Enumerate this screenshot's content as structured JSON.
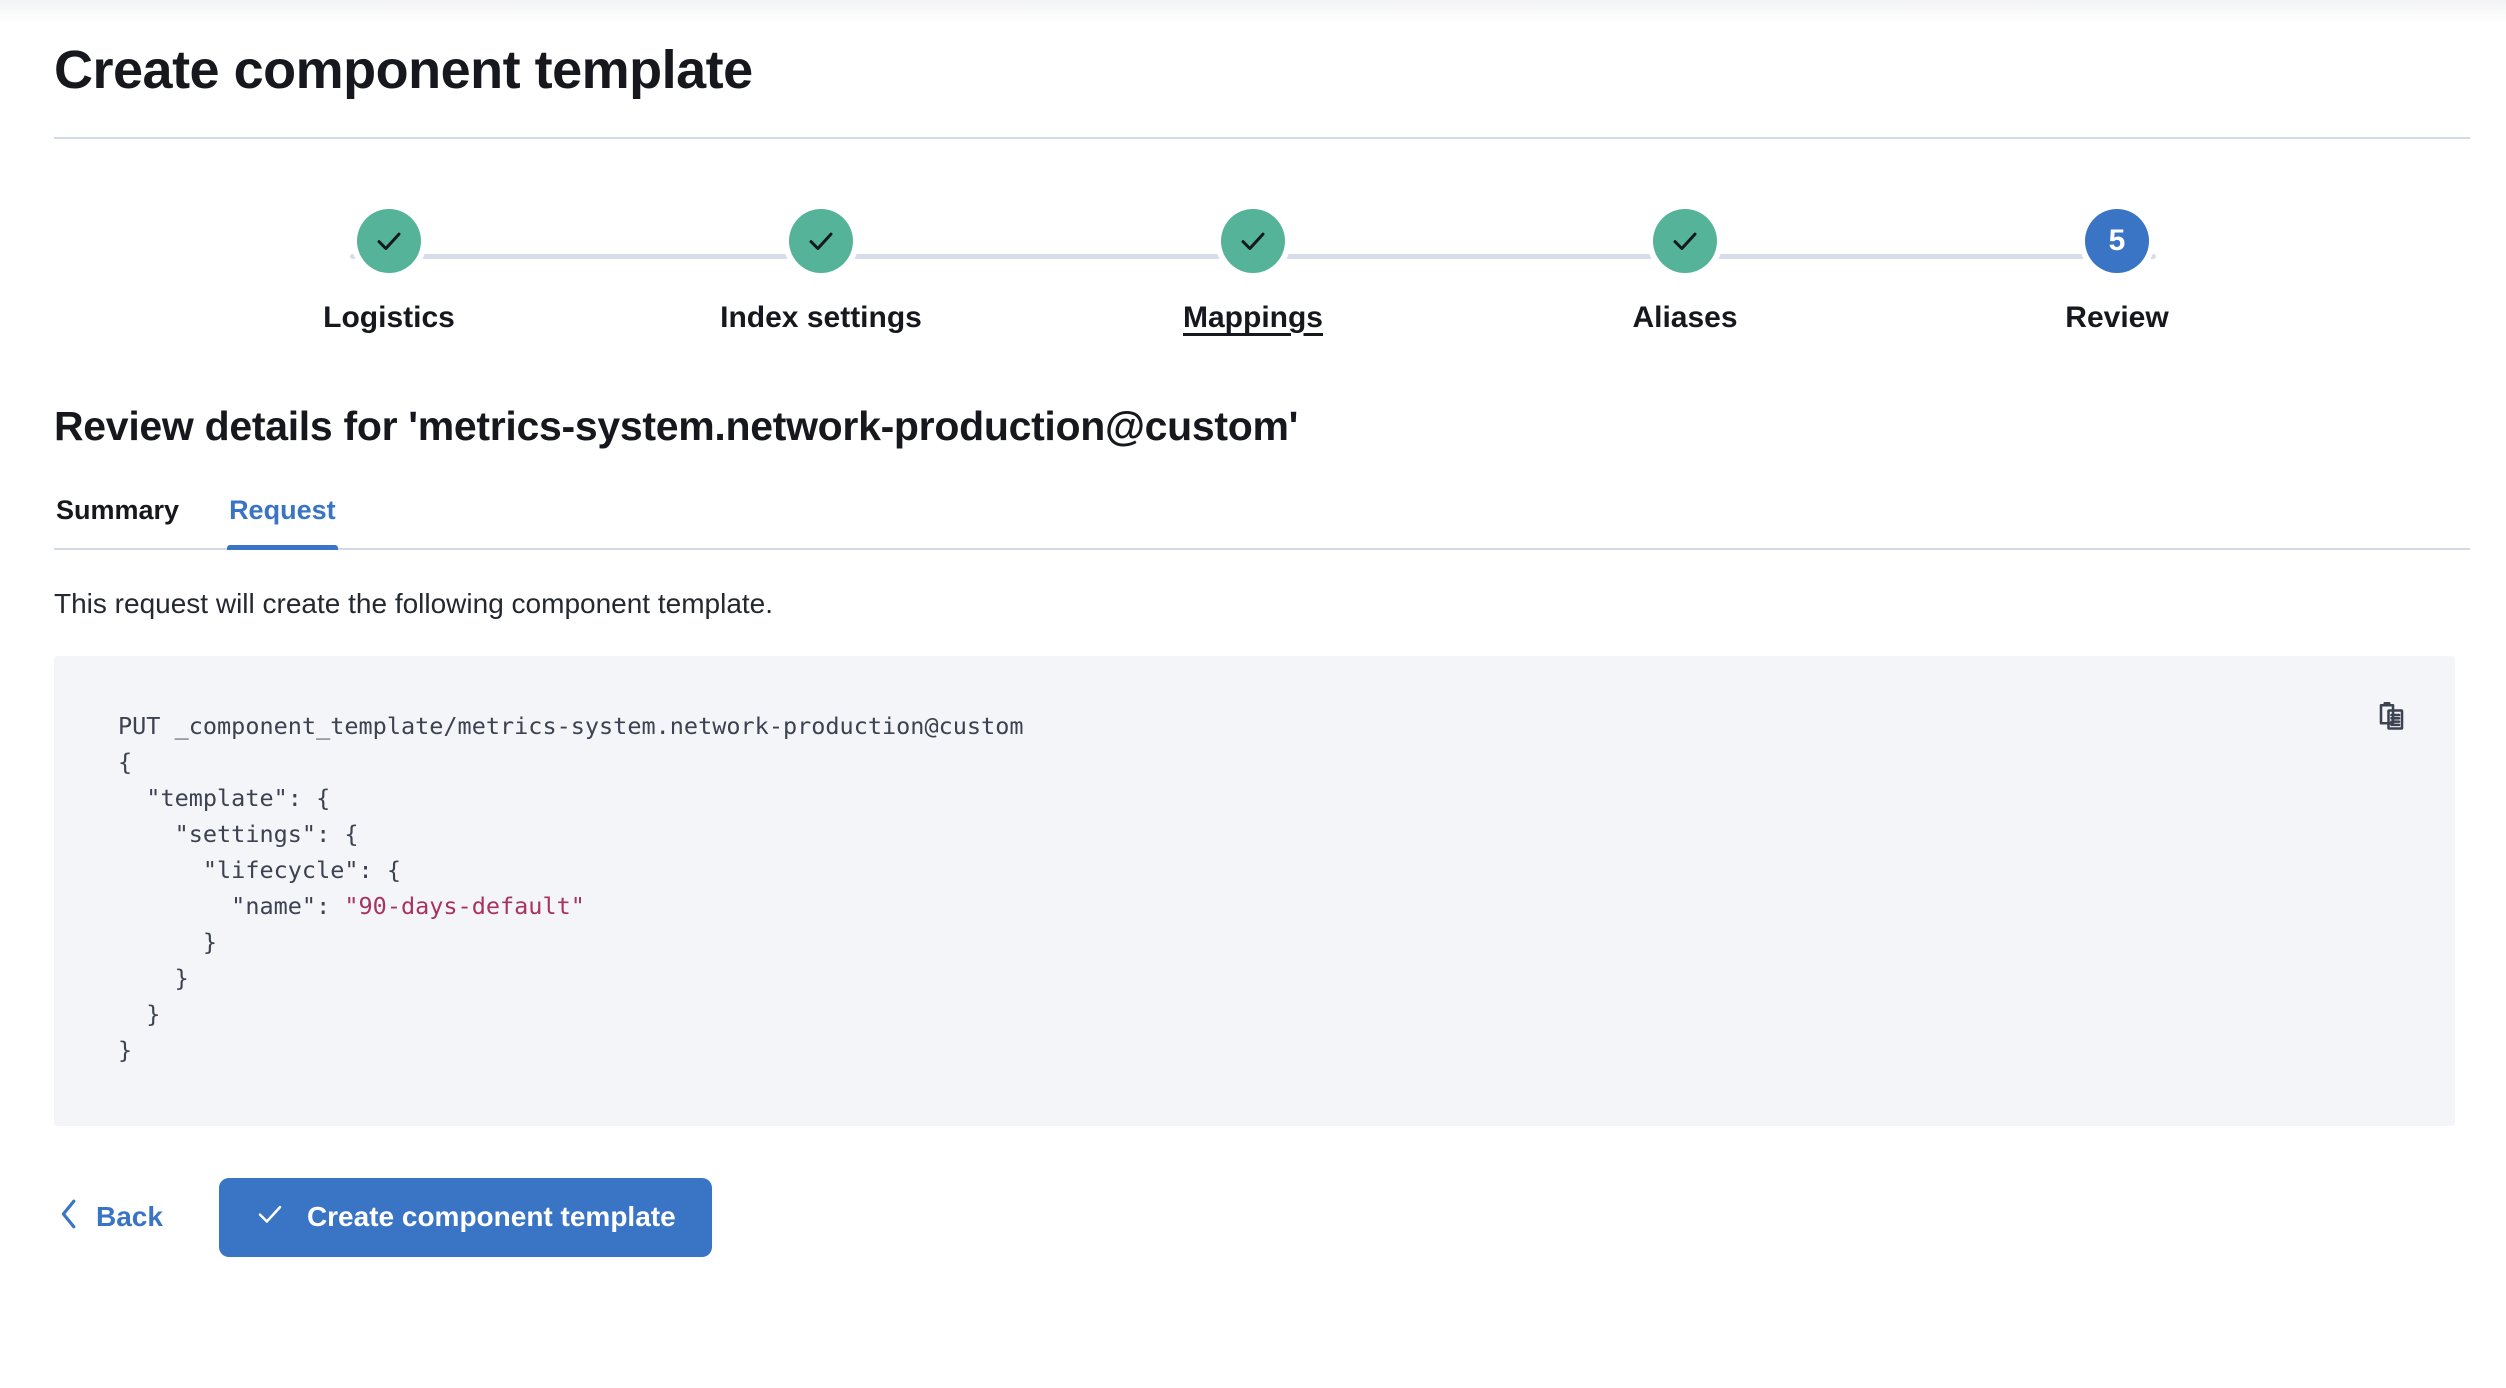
{
  "header": {
    "title": "Create component template"
  },
  "stepper": {
    "steps": [
      {
        "label": "Logistics",
        "state": "complete",
        "marker": "check",
        "hovered": false
      },
      {
        "label": "Index settings",
        "state": "complete",
        "marker": "check",
        "hovered": false
      },
      {
        "label": "Mappings",
        "state": "complete",
        "marker": "check",
        "hovered": true
      },
      {
        "label": "Aliases",
        "state": "complete",
        "marker": "check",
        "hovered": false
      },
      {
        "label": "Review",
        "state": "current",
        "marker": "5",
        "hovered": false
      }
    ],
    "complete_color": "#54B399",
    "current_color": "#3A74C4",
    "track_color": "#D8DCE8"
  },
  "review": {
    "section_title": "Review details for 'metrics-system.network-production@custom'",
    "tabs": [
      {
        "label": "Summary",
        "active": false
      },
      {
        "label": "Request",
        "active": true
      }
    ],
    "description": "This request will create the following component template.",
    "copy_icon": "copy-clipboard-icon"
  },
  "request": {
    "method_line": "PUT _component_template/metrics-system.network-production@custom",
    "body_lines": [
      "{",
      "  \"template\": {",
      "    \"settings\": {",
      "      \"lifecycle\": {",
      "        \"name\": \"90-days-default\"",
      "      }",
      "    }",
      "  }",
      "}"
    ],
    "string_value": "\"90-days-default\"",
    "string_color": "#A7345E",
    "background": "#F4F5F9"
  },
  "footer": {
    "back_label": "Back",
    "back_icon": "chevron-left-icon",
    "submit_label": "Create component template",
    "submit_icon": "check-icon",
    "submit_color": "#3A74C4"
  }
}
